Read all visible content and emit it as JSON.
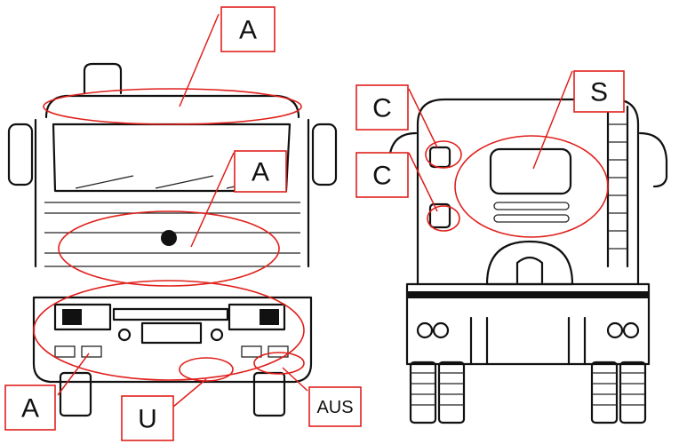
{
  "labels": {
    "front_roof": "A",
    "front_grille": "A",
    "front_bumper": "A",
    "front_under": "U",
    "front_aus": "AUS",
    "rear_upper_c": "C",
    "rear_lower_c": "C",
    "rear_panel": "S"
  },
  "colors": {
    "annotation": "#e0201c",
    "ink": "#111111"
  }
}
